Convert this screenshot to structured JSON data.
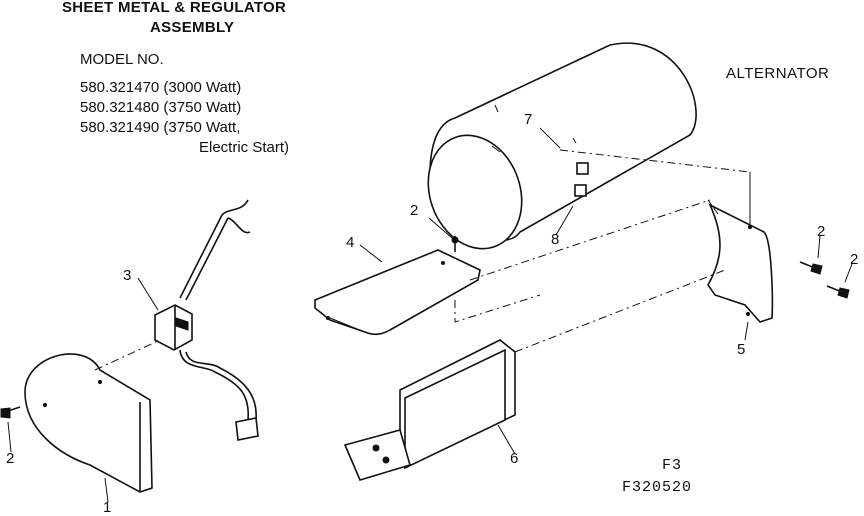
{
  "header": {
    "title_line1": "SHEET METAL & REGULATOR",
    "title_line2": "ASSEMBLY",
    "model_label": "MODEL NO.",
    "models": [
      "580.321470 (3000 Watt)",
      "580.321480 (3750 Watt)",
      "580.321490 (3750 Watt,",
      "Electric Start)"
    ]
  },
  "labels": {
    "alternator": "ALTERNATOR",
    "figure": "F3",
    "code": "F320520"
  },
  "callouts": {
    "p1": "1",
    "p2_left": "2",
    "p2_center": "2",
    "p2_right_a": "2",
    "p2_right_b": "2",
    "p3": "3",
    "p4": "4",
    "p5": "5",
    "p6": "6",
    "p7": "7",
    "p8": "8"
  }
}
